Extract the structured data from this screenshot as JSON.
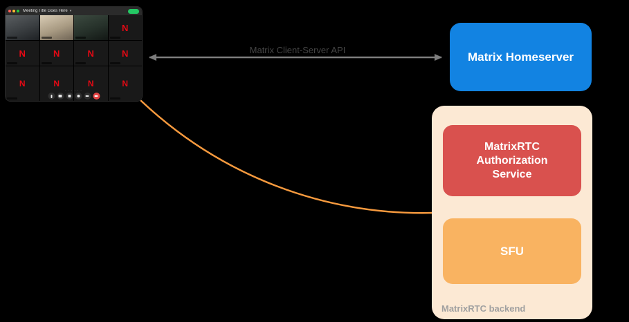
{
  "colors": {
    "bg": "#000000",
    "blue": "#1283E2",
    "red": "#D9514E",
    "orange": "#F9B361",
    "peach": "#FCE9D4",
    "arrow": "#7D7D7D",
    "api_label": "#454545",
    "backend_label": "#A0A0A0",
    "curve": "#F79A3E",
    "n_red": "#E50914"
  },
  "diagram": {
    "api_label": "Matrix Client-Server API",
    "homeserver": {
      "label": "Matrix Homeserver"
    },
    "backend": {
      "label": "MatrixRTC backend",
      "auth_service": {
        "label": "MatrixRTC Authorization Service"
      },
      "sfu": {
        "label": "SFU"
      }
    }
  },
  "call_window": {
    "title": "Meeting Title Goes Here",
    "pagination": "· · · · · ·"
  },
  "icons": {
    "chevron_down": "▾",
    "n_logo": "N"
  }
}
